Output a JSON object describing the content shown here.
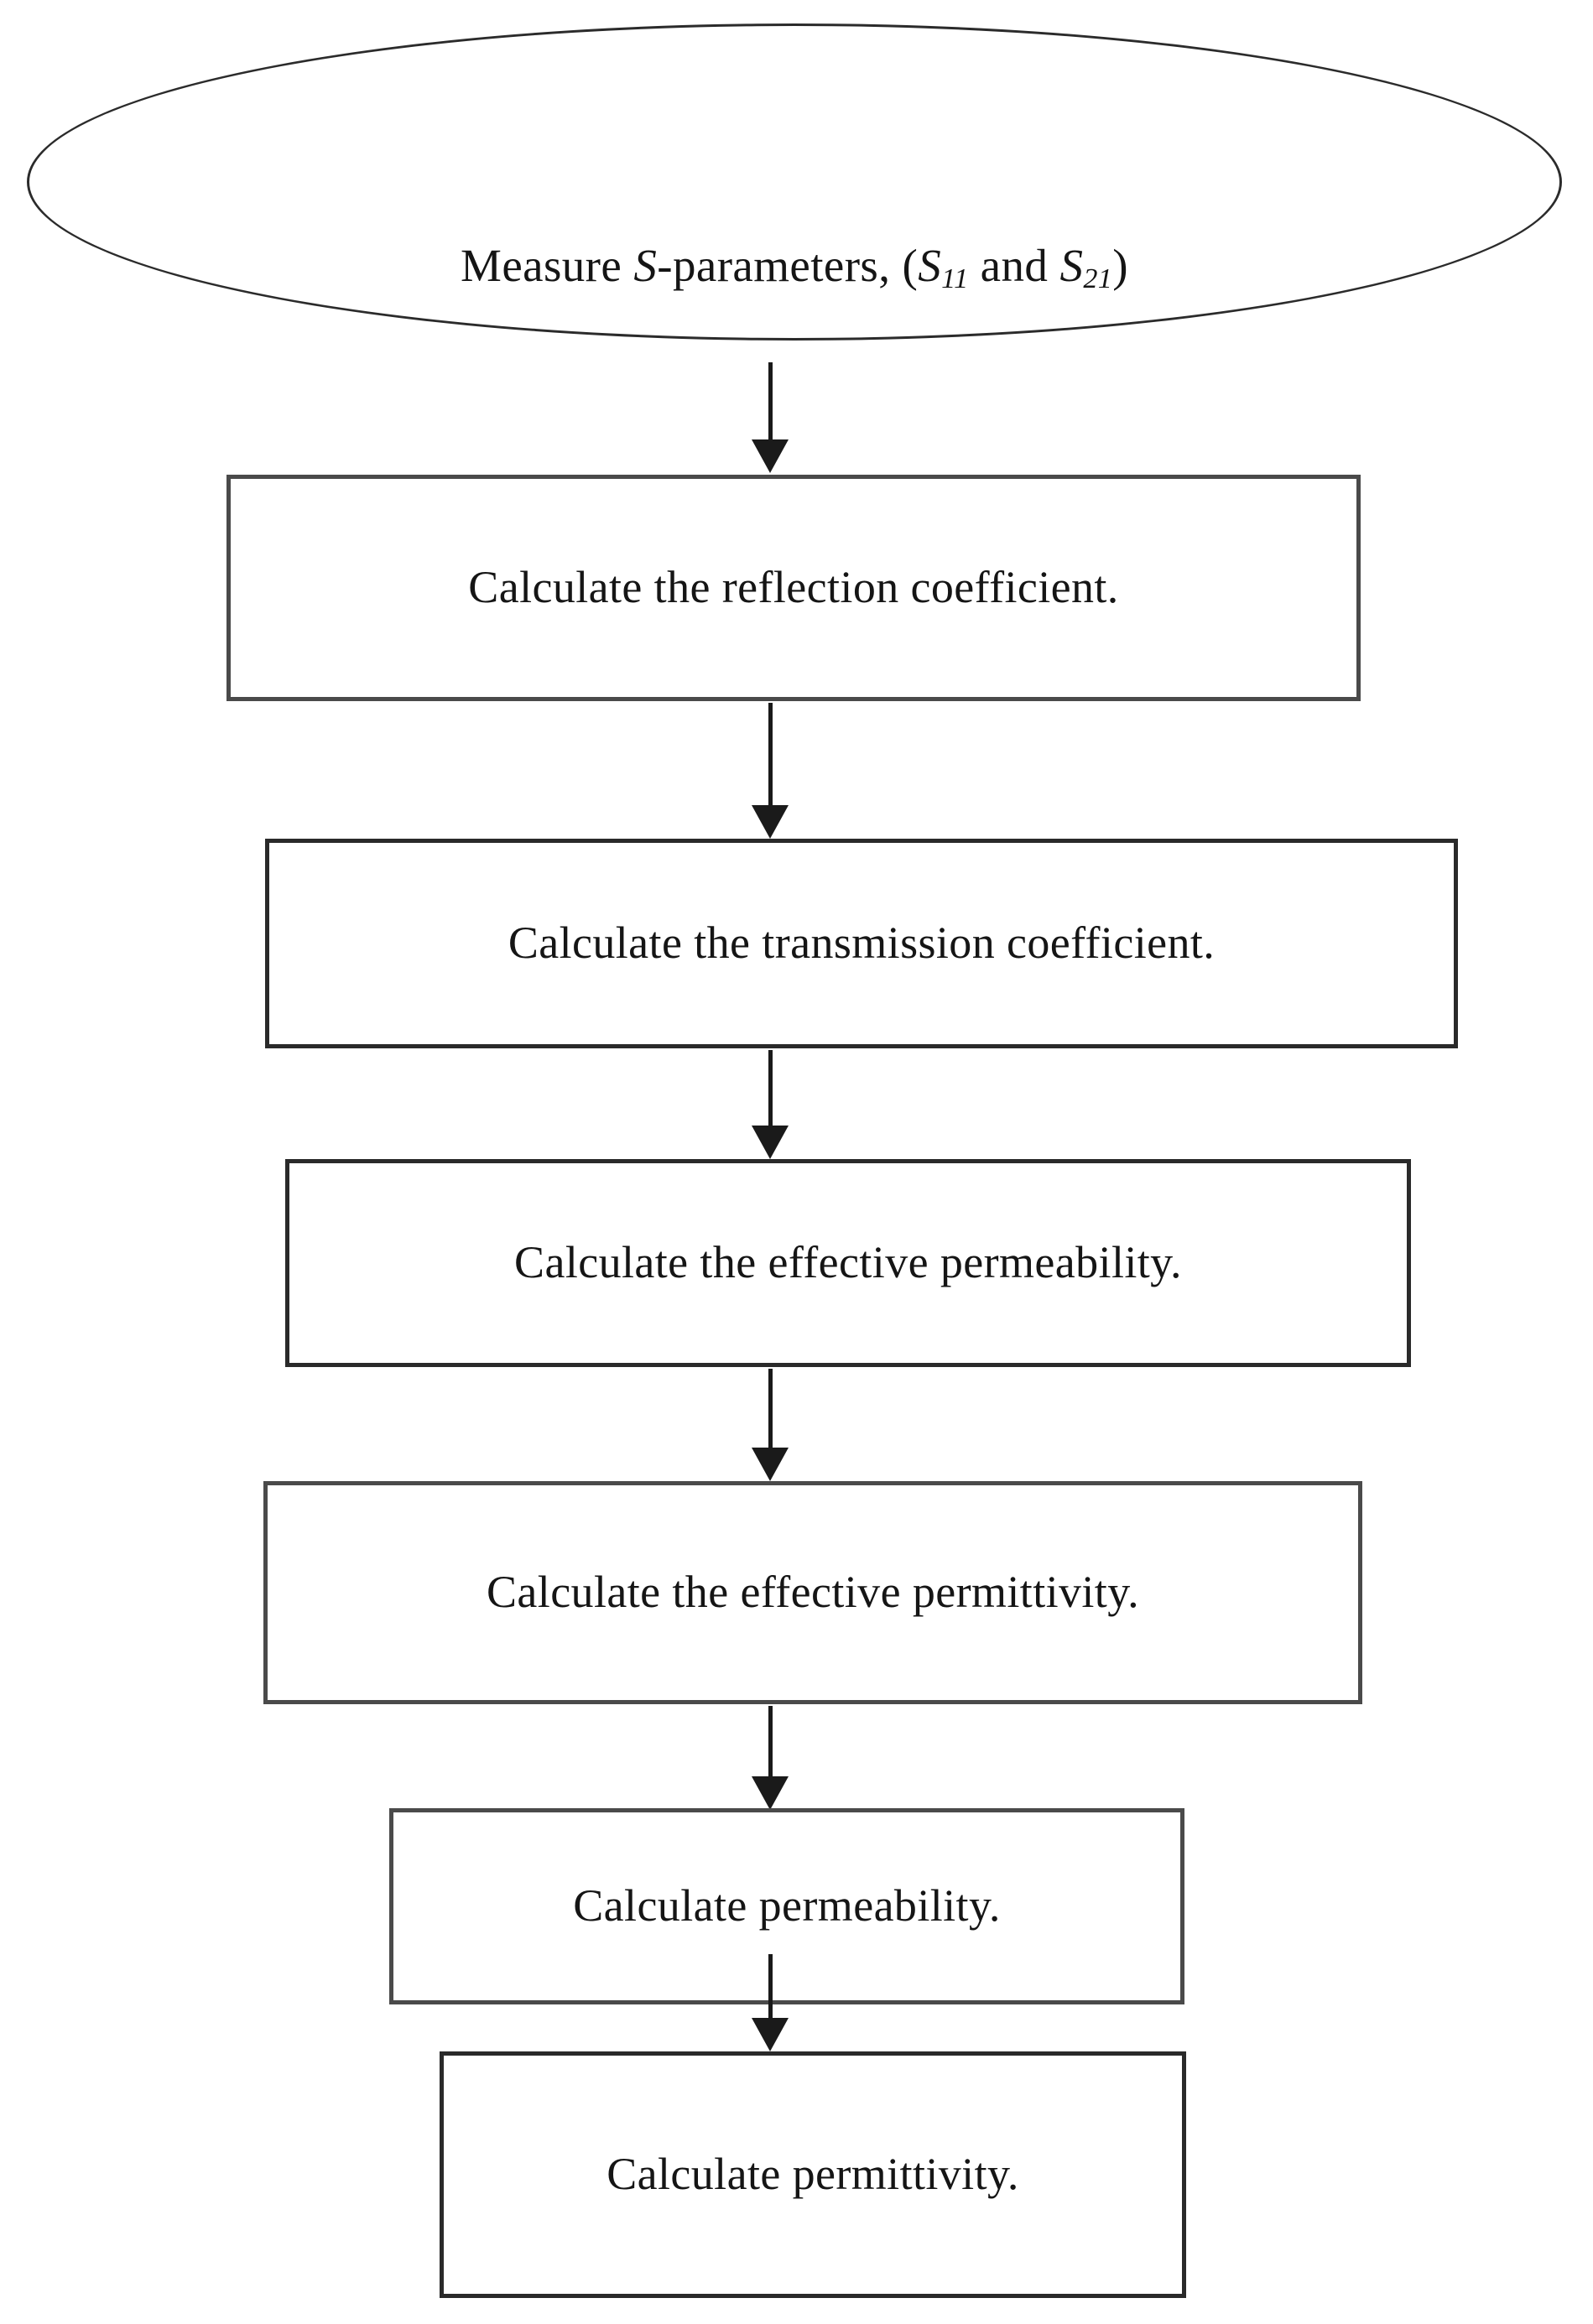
{
  "diagram": {
    "title": "Flowchart for extracting permeability and permittivity from measured S-parameters",
    "orientation": "top-to-bottom",
    "colors": {
      "background": "#ffffff",
      "node_border": "#4a4a4a",
      "terminator_border": "#2b2b2b",
      "arrow": "#1a1a1a",
      "text": "#151515"
    },
    "nodes": [
      {
        "id": "start",
        "shape": "ellipse",
        "label_prefix": "Measure ",
        "label_italic_s": "S",
        "label_mid": "-parameters, (",
        "param1_symbol": "S",
        "param1_sub": "11",
        "label_and": " and ",
        "param2_symbol": "S",
        "param2_sub": "21",
        "label_suffix": ")"
      },
      {
        "id": "step-1",
        "shape": "rectangle",
        "label": "Calculate the reflection coefficient."
      },
      {
        "id": "step-2",
        "shape": "rectangle",
        "label": "Calculate the transmission coefficient."
      },
      {
        "id": "step-3",
        "shape": "rectangle",
        "label": "Calculate the effective permeability."
      },
      {
        "id": "step-4",
        "shape": "rectangle",
        "label": "Calculate the effective permittivity."
      },
      {
        "id": "step-5",
        "shape": "rectangle",
        "label": "Calculate permeability."
      },
      {
        "id": "step-6",
        "shape": "rectangle",
        "label": "Calculate permittivity."
      }
    ],
    "edges": [
      {
        "from": "start",
        "to": "step-1",
        "style": "arrow"
      },
      {
        "from": "step-1",
        "to": "step-2",
        "style": "arrow"
      },
      {
        "from": "step-2",
        "to": "step-3",
        "style": "arrow"
      },
      {
        "from": "step-3",
        "to": "step-4",
        "style": "arrow"
      },
      {
        "from": "step-4",
        "to": "step-5",
        "style": "arrow"
      },
      {
        "from": "step-5",
        "to": "step-6",
        "style": "arrow"
      }
    ]
  }
}
